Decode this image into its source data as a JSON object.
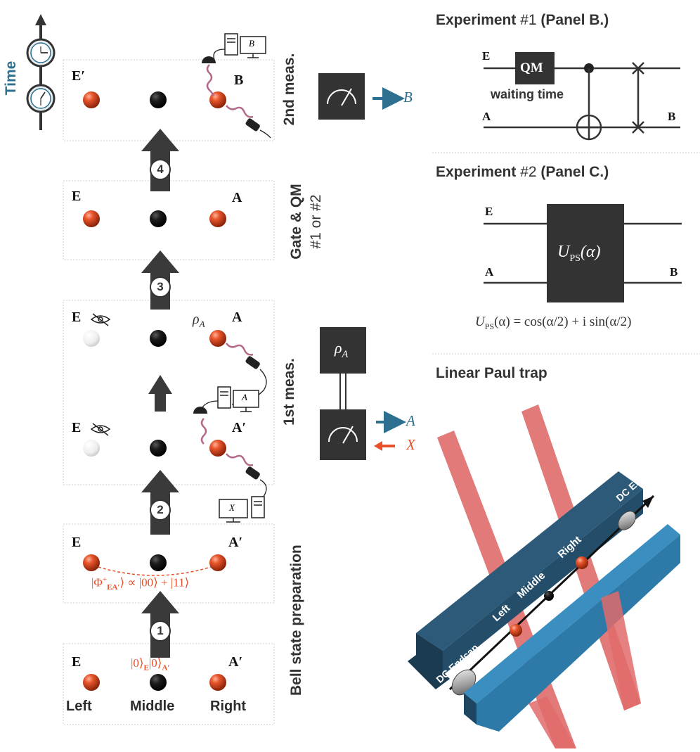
{
  "time_label": "Time",
  "stages": {
    "second_meas": {
      "label": "2nd meas.",
      "ion_left": "E′",
      "ion_right": "B",
      "screen_letter": "B",
      "output": "B"
    },
    "gate": {
      "label_line1": "Gate & QM",
      "label_line2": "#1 or #2",
      "ion_left": "E",
      "ion_right": "A"
    },
    "first_meas": {
      "label": "1st meas.",
      "upper_ion_left": "E",
      "upper_ion_right": "A",
      "rho": "ρ",
      "rho_sub": "A",
      "lower_ion_left": "E",
      "lower_ion_right": "A′",
      "screen_letter_a": "A",
      "screen_letter_x": "X",
      "output_a": "A",
      "output_x": "X"
    },
    "bell": {
      "label": "Bell state preparation",
      "ion_left": "E",
      "ion_right": "A′",
      "formula_ket_left": "|Φ",
      "formula_sup": "+",
      "formula_sub": "EA′",
      "formula_rest": "⟩ ∝ |00⟩ + |11⟩"
    },
    "initial": {
      "ion_left": "E",
      "ion_right": "A′",
      "state_a": "|0⟩",
      "state_a_sub": "E",
      "state_b": "|0⟩",
      "state_b_sub": "A′",
      "pos_left": "Left",
      "pos_middle": "Middle",
      "pos_right": "Right"
    }
  },
  "steps": [
    "1",
    "2",
    "3",
    "4"
  ],
  "experiment1": {
    "title_bold": "Experiment ",
    "title_num": "#1",
    "title_panel": " (Panel B.)",
    "wire_top": "E",
    "wire_bottom_in": "A",
    "wire_bottom_out": "B",
    "qm_box": "QM",
    "waiting": "waiting time"
  },
  "experiment2": {
    "title_bold": "Experiment ",
    "title_num": "#2",
    "title_panel": " (Panel C.)",
    "wire_top": "E",
    "wire_bottom_in": "A",
    "wire_bottom_out": "B",
    "gate_label_U": "U",
    "gate_label_sub": "PS",
    "gate_label_arg": "(α)",
    "equation_U": "U",
    "equation_sub": "PS",
    "equation_rest": "(α) = cos(α/2) + i sin(α/2)"
  },
  "trap": {
    "title": "Linear Paul trap",
    "endcap_top": "DC Endcap",
    "endcap_bottom": "DC Endcap",
    "left": "Left",
    "middle": "Middle",
    "right": "Right"
  },
  "colors": {
    "ion_orange": "#d9451b",
    "ion_black": "#1a1a1a",
    "accent_red": "#e8502a",
    "accent_blue": "#2d6f8e",
    "box_dark": "#333333",
    "laser_red": "#e06b6b",
    "trap_dark": "#1f4660",
    "trap_light": "#3a8fc0"
  }
}
